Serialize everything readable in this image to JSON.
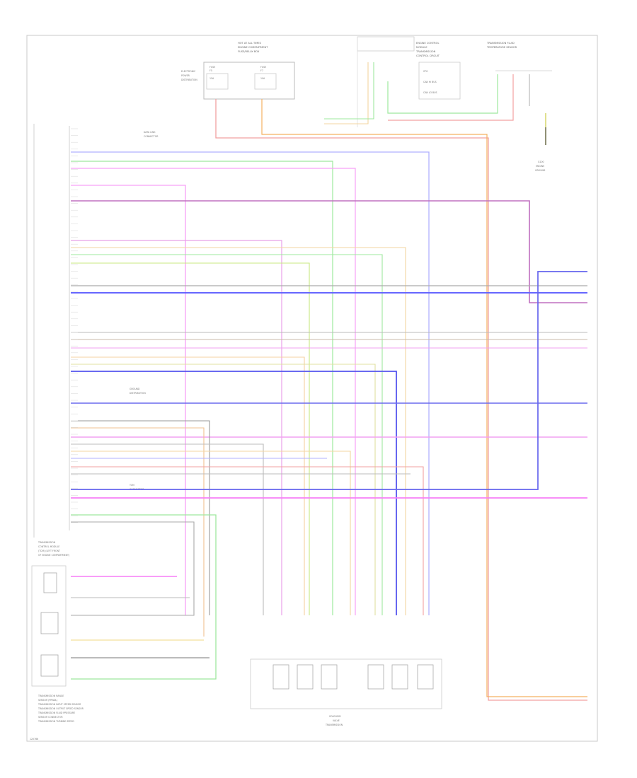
{
  "diagram": {
    "fuse_box": {
      "title_lines": [
        "HOT AT ALL TIMES",
        "ENGINE COMPARTMENT",
        "FUSE/RELAY BOX"
      ],
      "fuse_left": [
        "FUSE",
        "F5",
        "15A"
      ],
      "fuse_right": [
        "FUSE",
        "F7",
        "10A"
      ],
      "side_note": [
        "ELECTRONIC",
        "POWER",
        "DISTRIBUTION"
      ]
    },
    "ecm_block": {
      "title_lines": [
        "ENGINE CONTROL",
        "MODULE",
        "TRANSMISSION",
        "CONTROL CIRCUIT"
      ],
      "items": [
        "STG",
        "CAN HI BUS",
        "CAN LO BUS"
      ]
    },
    "sensor_block": {
      "title_lines": [
        "TRANSMISSION FLUID",
        "TEMPERATURE SENSOR"
      ]
    },
    "ground": {
      "label_lines": [
        "G100",
        "ENGINE",
        "GROUND"
      ]
    },
    "can_label": [
      "DATA LINK",
      "CONNECTOR"
    ],
    "ground_label": [
      "GROUND",
      "DISTRIBUTION"
    ],
    "can_label_2": [
      "TCM",
      "CONNECTOR"
    ],
    "tcm_label": [
      "TRANSMISSION",
      "CONTROL MODULE",
      "(TCM) (LEFT FRONT",
      "OF ENGINE COMPARTMENT)"
    ],
    "bottom_left_notes": [
      "TRANSMISSION RANGE",
      "SENSOR (PRNDL)",
      "TRANSMISSION INPUT SPEED SENSOR",
      "TRANSMISSION OUTPUT SPEED SENSOR",
      "TRANSMISSION FLUID PRESSURE",
      "SENSOR CONNECTOR",
      "TRANSMISSION TURBINE SPEED"
    ],
    "solenoid_block": {
      "label_lines": [
        "SOLENOID",
        "VALVE",
        "TRANSMISSION"
      ]
    },
    "footer_code": "120766"
  }
}
